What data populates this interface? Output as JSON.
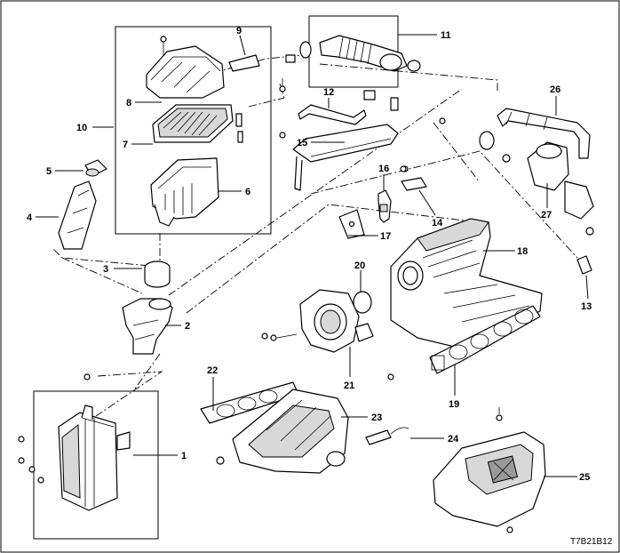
{
  "diagram": {
    "drawing_code": "T7B21B12",
    "callouts": [
      {
        "n": "1"
      },
      {
        "n": "2"
      },
      {
        "n": "3"
      },
      {
        "n": "4"
      },
      {
        "n": "5"
      },
      {
        "n": "6"
      },
      {
        "n": "7"
      },
      {
        "n": "8"
      },
      {
        "n": "9"
      },
      {
        "n": "10"
      },
      {
        "n": "11"
      },
      {
        "n": "12"
      },
      {
        "n": "13"
      },
      {
        "n": "14"
      },
      {
        "n": "15"
      },
      {
        "n": "16"
      },
      {
        "n": "17"
      },
      {
        "n": "18"
      },
      {
        "n": "19"
      },
      {
        "n": "20"
      },
      {
        "n": "21"
      },
      {
        "n": "22"
      },
      {
        "n": "23"
      },
      {
        "n": "24"
      },
      {
        "n": "25"
      },
      {
        "n": "26"
      },
      {
        "n": "27"
      }
    ]
  }
}
